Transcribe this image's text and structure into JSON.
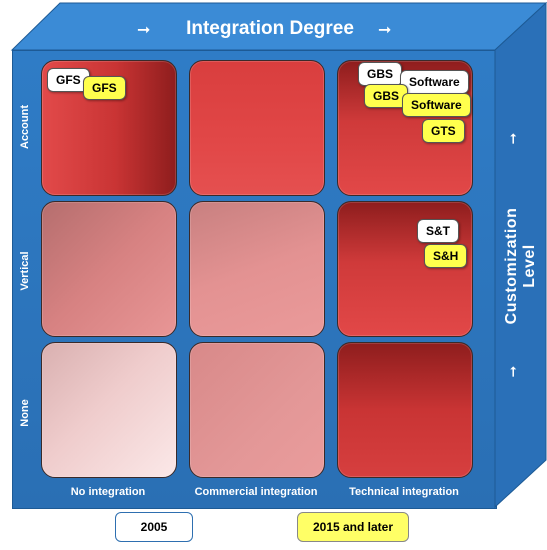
{
  "top_axis": {
    "title": "Integration Degree",
    "arrow_left": "➞",
    "arrow_right": "➞"
  },
  "right_axis": {
    "title": "Customization Level",
    "arrow_top": "➞",
    "arrow_bottom": "➞"
  },
  "rows": {
    "account": "Account",
    "vertical": "Vertical",
    "none": "None"
  },
  "columns": {
    "no_integration": "No integration",
    "commercial": "Commercial integration",
    "technical": "Technical integration"
  },
  "tags": {
    "gfs_2005": "GFS",
    "gfs_2015": "GFS",
    "gbs_2005": "GBS",
    "software_2005": "Software",
    "gbs_2015": "GBS",
    "software_2015": "Software",
    "gts_2015": "GTS",
    "st_2005": "S&T",
    "sh_2015": "S&H"
  },
  "legend": {
    "period_2005": "2005",
    "period_2015": "2015 and later"
  },
  "colors": {
    "blue": "#2f7cc6",
    "red": "#c93434",
    "yellow": "#ffff4d",
    "white": "#ffffff"
  }
}
